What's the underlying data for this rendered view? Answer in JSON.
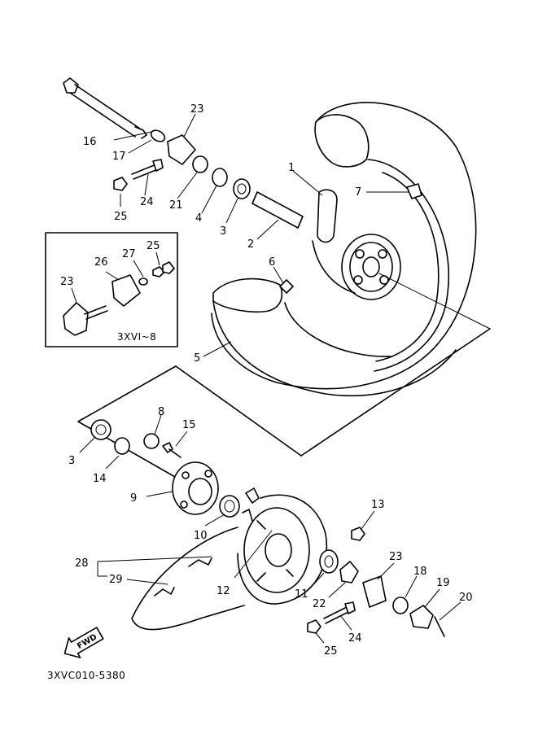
{
  "diagram_code": "3XVC010-5380",
  "variant_box_label": "3XVI~8",
  "fwd_label": "FWD",
  "labels": [
    {
      "id": "p16",
      "text": "16"
    },
    {
      "id": "p23a",
      "text": "23"
    },
    {
      "id": "p17",
      "text": "17"
    },
    {
      "id": "p24a",
      "text": "24"
    },
    {
      "id": "p25a",
      "text": "25"
    },
    {
      "id": "p21",
      "text": "21"
    },
    {
      "id": "p4",
      "text": "4"
    },
    {
      "id": "p3a",
      "text": "3"
    },
    {
      "id": "p1",
      "text": "1"
    },
    {
      "id": "p7",
      "text": "7"
    },
    {
      "id": "p2",
      "text": "2"
    },
    {
      "id": "p6",
      "text": "6"
    },
    {
      "id": "p5",
      "text": "5"
    },
    {
      "id": "p26",
      "text": "26"
    },
    {
      "id": "p27",
      "text": "27"
    },
    {
      "id": "p25b",
      "text": "25"
    },
    {
      "id": "p23b",
      "text": "23"
    },
    {
      "id": "p8",
      "text": "8"
    },
    {
      "id": "p15",
      "text": "15"
    },
    {
      "id": "p3b",
      "text": "3"
    },
    {
      "id": "p14",
      "text": "14"
    },
    {
      "id": "p9",
      "text": "9"
    },
    {
      "id": "p10",
      "text": "10"
    },
    {
      "id": "p13",
      "text": "13"
    },
    {
      "id": "p28",
      "text": "28"
    },
    {
      "id": "p29",
      "text": "29"
    },
    {
      "id": "p12",
      "text": "12"
    },
    {
      "id": "p11",
      "text": "11"
    },
    {
      "id": "p23c",
      "text": "23"
    },
    {
      "id": "p18",
      "text": "18"
    },
    {
      "id": "p19",
      "text": "19"
    },
    {
      "id": "p20",
      "text": "20"
    },
    {
      "id": "p22",
      "text": "22"
    },
    {
      "id": "p24b",
      "text": "24"
    },
    {
      "id": "p25c",
      "text": "25"
    }
  ]
}
